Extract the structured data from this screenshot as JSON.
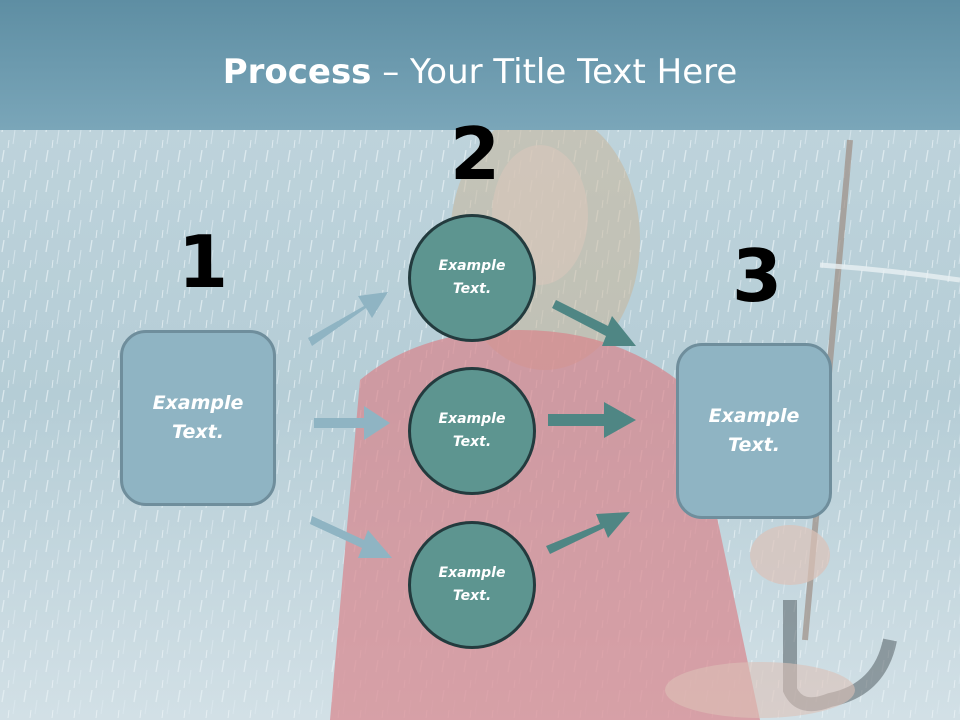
{
  "slide": {
    "title_bold": "Process",
    "title_rest": " – Your Title Text Here",
    "steps": [
      {
        "number": "1",
        "box_text": "Example Text."
      },
      {
        "number": "2",
        "circles": [
          "Example Text.",
          "Example Text.",
          "Example Text."
        ]
      },
      {
        "number": "3",
        "box_text": "Example Text."
      }
    ]
  },
  "colors": {
    "title_band": "#6f9cb0",
    "box_fill": "#8fb4c3",
    "circle_fill": "#5d9590",
    "circle_border": "#233b3e",
    "arrow_light": "#8fb4c3",
    "arrow_dark": "#4f8684"
  }
}
